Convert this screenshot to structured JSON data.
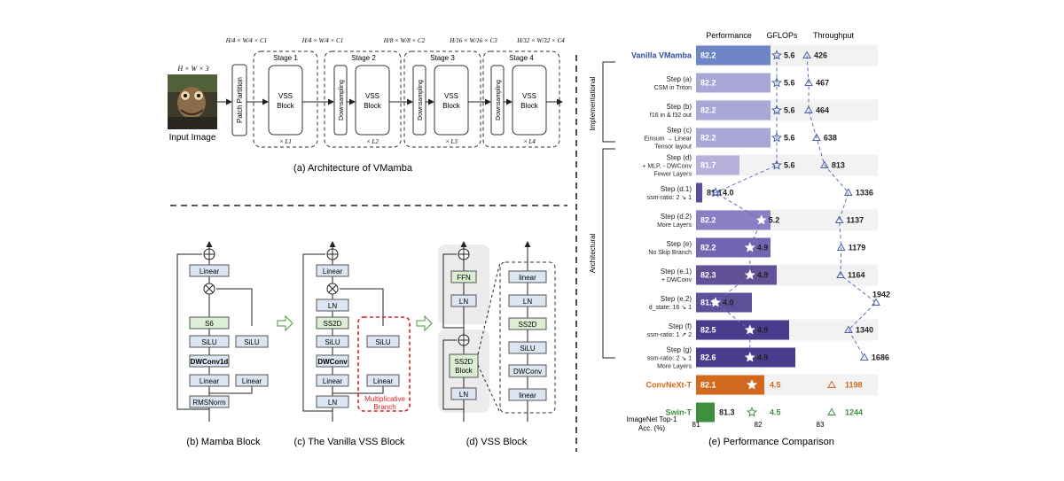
{
  "arch": {
    "input_dims": "H × W × 3",
    "input_label": "Input Image",
    "patch_partition": "Patch Partition",
    "downsampling": "Downsampling",
    "vss": [
      "VSS",
      "Block"
    ],
    "stages": [
      "Stage 1",
      "Stage 2",
      "Stage 3",
      "Stage 4"
    ],
    "repeats": [
      "× L1",
      "× L2",
      "× L3",
      "× L4"
    ],
    "dims": [
      "H/4 × W/4 × C1",
      "H/4 × W/4 × C1",
      "H/8 × W/8 × C2",
      "H/16 × W/16 × C3",
      "H/32 × W/32 × C4"
    ],
    "caption": "(a) Architecture of VMamba"
  },
  "blocks": {
    "mamba": {
      "caption": "(b) Mamba Block",
      "main": [
        "RMSNorm",
        "Linear",
        "DWConv1d",
        "SiLU",
        "S6",
        "Linear"
      ],
      "side": [
        "Linear",
        "SiLU"
      ]
    },
    "vanilla": {
      "caption": "(c) The Vanilla VSS Block",
      "main": [
        "LN",
        "Linear",
        "DWConv",
        "SiLU",
        "SS2D",
        "LN",
        "Linear"
      ],
      "side": [
        "Linear",
        "SiLU"
      ],
      "branch_label": [
        "Multiplicative",
        "Branch"
      ]
    },
    "vss": {
      "caption": "(d) VSS Block",
      "left": [
        "LN",
        "SS2D",
        "Block",
        "LN",
        "FFN"
      ],
      "right": [
        "linear",
        "DWConv",
        "SiLU",
        "SS2D",
        "LN",
        "linear"
      ]
    }
  },
  "perf": {
    "caption": "(e) Performance Comparison",
    "col_headers": [
      "Performance",
      "GFLOPs",
      "Throughput"
    ],
    "group_labels": [
      "Implementational",
      "Architectural"
    ],
    "axis_title": [
      "ImageNet Top-1",
      "Acc. (%)"
    ],
    "axis_ticks": [
      "81",
      "82",
      "83"
    ]
  },
  "chart_data": {
    "type": "bar",
    "title": "",
    "xlabel": "ImageNet Top-1 Acc. (%)",
    "xlim": [
      81,
      83.6
    ],
    "categories": [
      [
        "Vanilla VMamba"
      ],
      [
        "Step (a)",
        "CSM in Triton"
      ],
      [
        "Step (b)",
        "f16 in & f32 out"
      ],
      [
        "Step (c)",
        "Einsum → Linear",
        "Tensor layout"
      ],
      [
        "Step (d)",
        "+ MLP, - DWConv",
        "Fewer Layers"
      ],
      [
        "Step (d.1)",
        "ssm-ratio: 2 ↘ 1"
      ],
      [
        "Step (d.2)",
        "More Layers"
      ],
      [
        "Step (e)",
        "No Skip Branch"
      ],
      [
        "Step (e.1)",
        "+ DWConv"
      ],
      [
        "Step (e.2)",
        "d_state: 16 ↘ 1"
      ],
      [
        "Step (f)",
        "ssm-ratio: 1 ↗ 2"
      ],
      [
        "Step (g)",
        "ssm-ratio: 2 ↘ 1",
        "More Layers"
      ],
      [
        "ConvNeXt-T"
      ],
      [
        "Swin-T"
      ]
    ],
    "series": [
      {
        "name": "Performance",
        "values": [
          82.2,
          82.2,
          82.2,
          82.2,
          81.7,
          81.1,
          82.2,
          82.2,
          82.3,
          81.9,
          82.5,
          82.6,
          82.1,
          81.3
        ]
      },
      {
        "name": "GFLOPs",
        "values": [
          5.6,
          5.6,
          5.6,
          5.6,
          5.6,
          4.0,
          5.2,
          4.9,
          4.9,
          4.0,
          4.9,
          4.9,
          4.5,
          4.5
        ]
      },
      {
        "name": "Throughput",
        "values": [
          426,
          467,
          464,
          638,
          813,
          1336,
          1137,
          1179,
          1164,
          1942,
          1340,
          1686,
          1198,
          1244
        ]
      }
    ],
    "colors": {
      "vanilla": "#6f86c6",
      "impl": "#a8a7d6",
      "arch": [
        "#b6b1db",
        "#5a4c9e",
        "#8a7fc2",
        "#7365b2",
        "#625197",
        "#5e4f9a",
        "#4a3b8c",
        "#4a3b8c"
      ],
      "convnext": "#d2691e",
      "swin": "#3f8f3f",
      "label_vanilla": "#2e4fa3",
      "label_convnext": "#d2691e",
      "label_swin": "#3f8f3f"
    }
  }
}
